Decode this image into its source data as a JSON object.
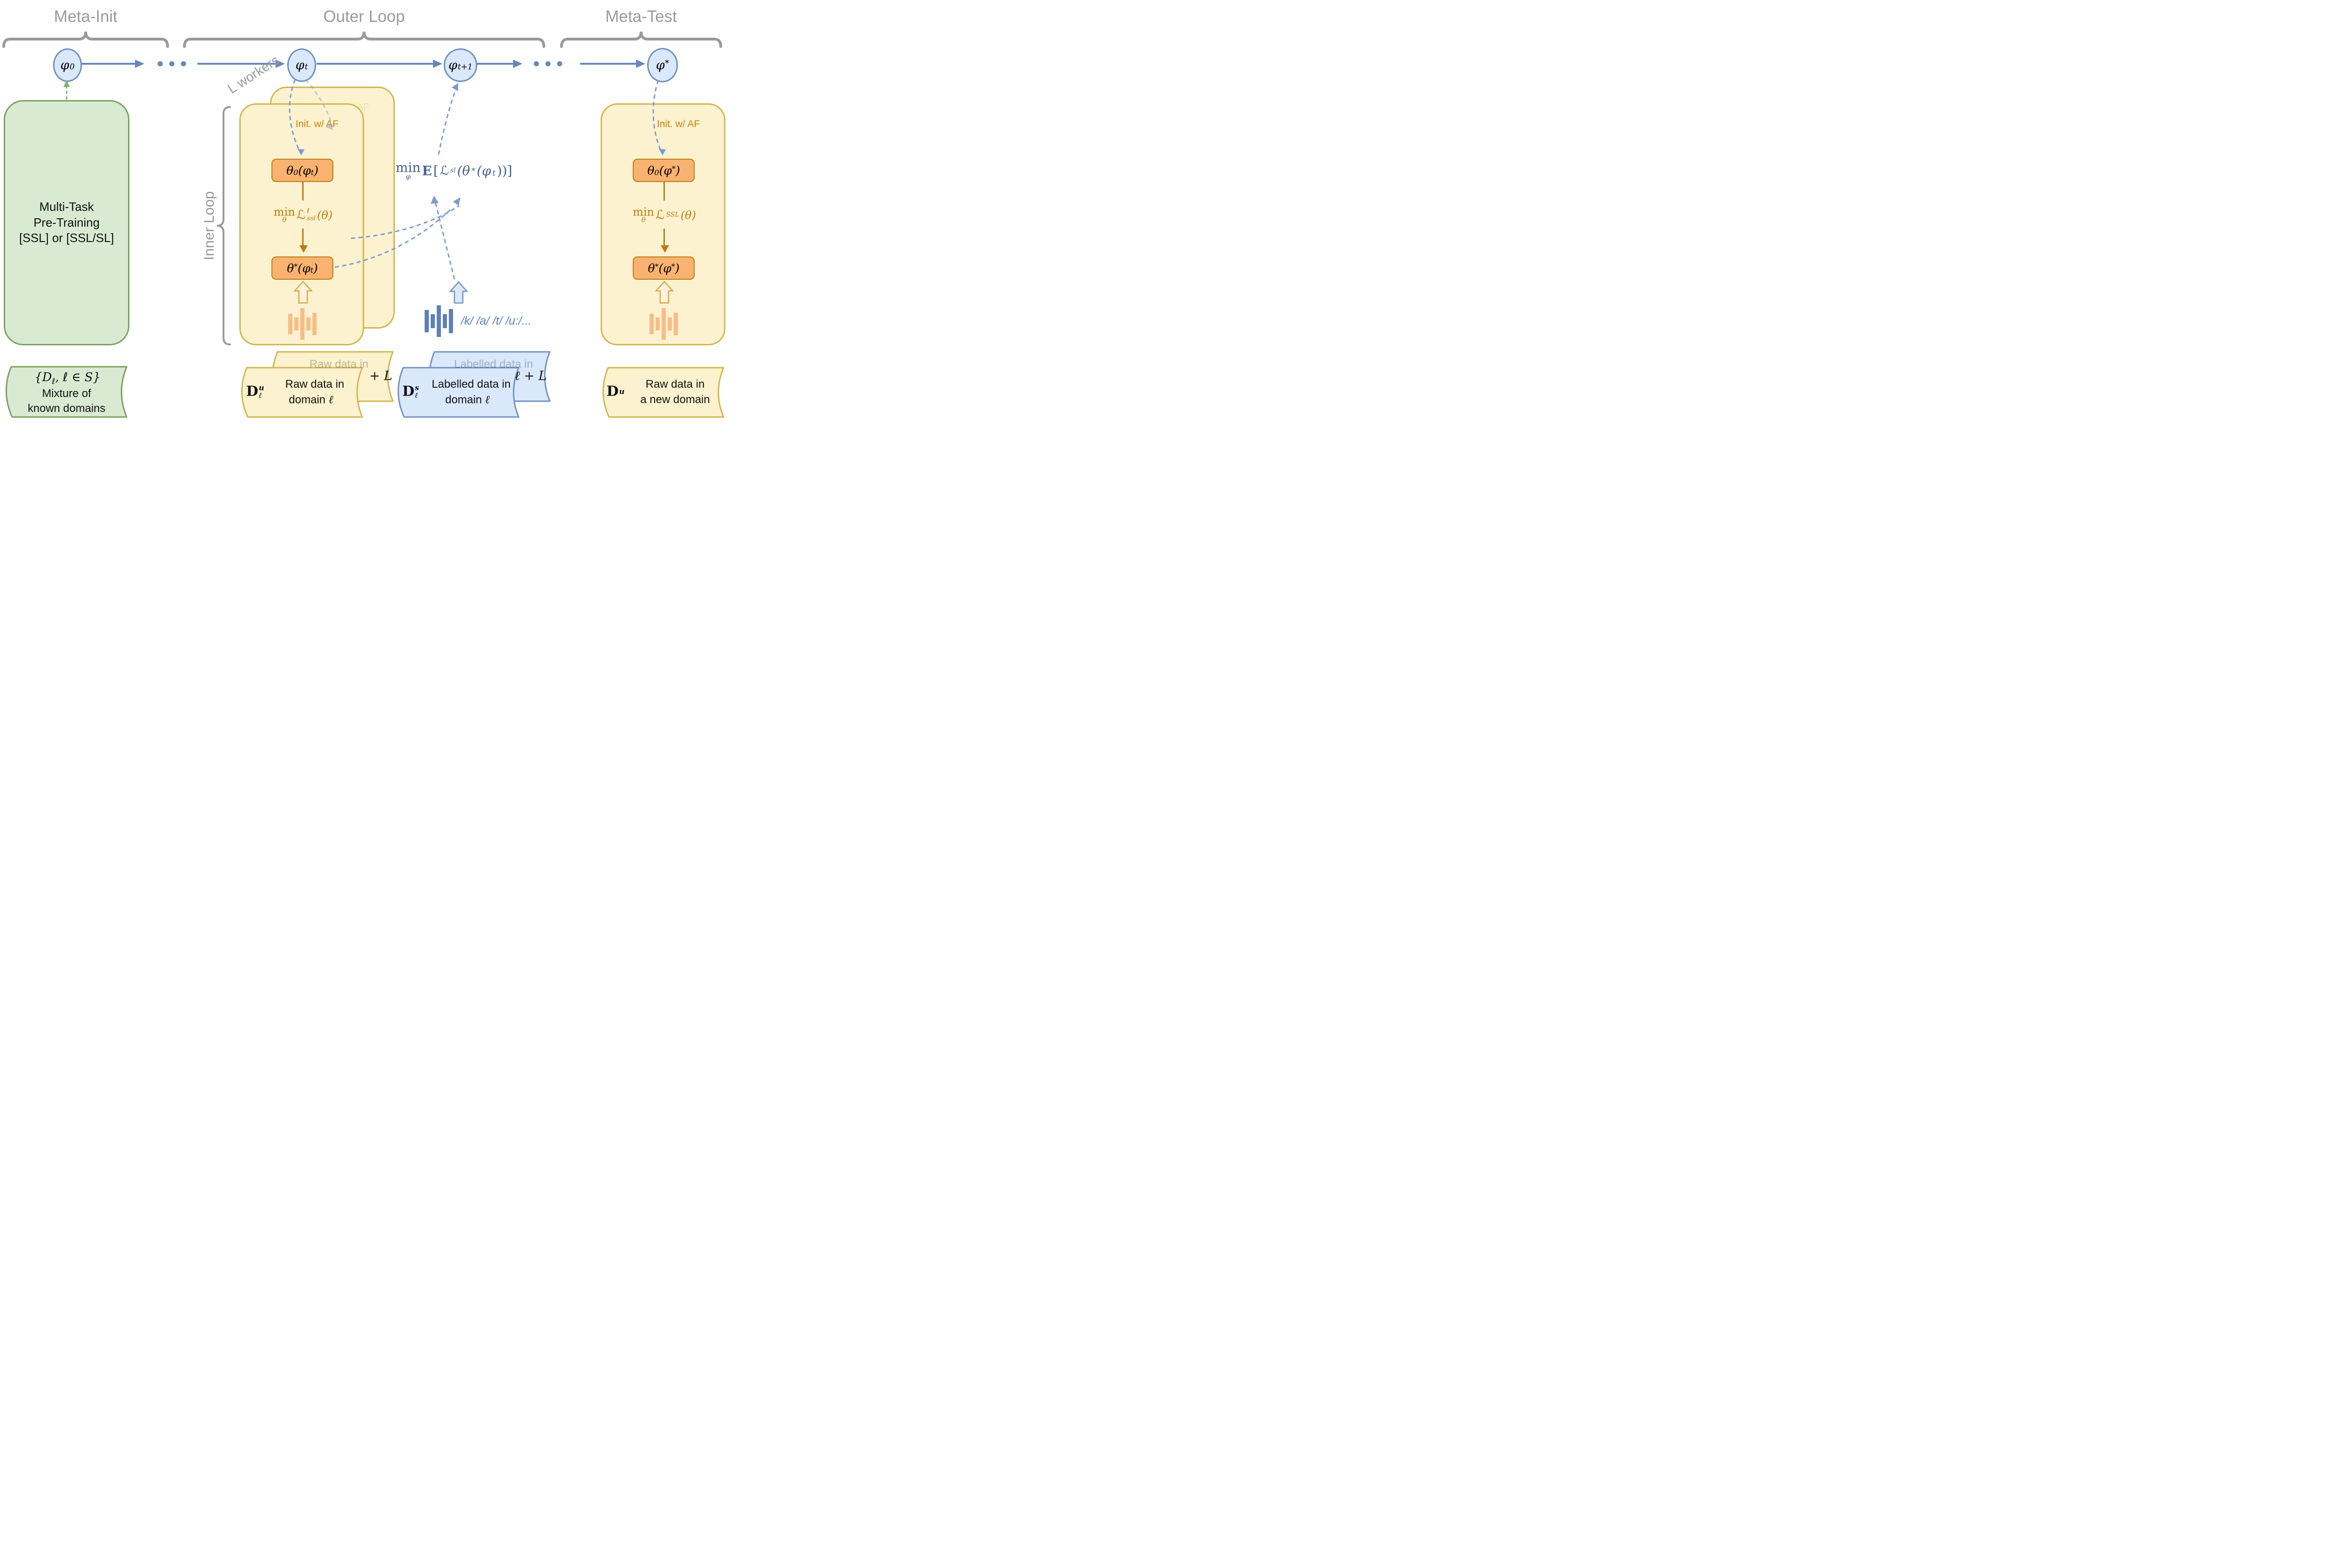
{
  "sections": {
    "meta_init": "Meta-Init",
    "outer_loop": "Outer Loop",
    "meta_test": "Meta-Test"
  },
  "timeline": {
    "phi0": {
      "base": "φ",
      "sub": "0"
    },
    "phit": {
      "base": "φ",
      "sub": "t"
    },
    "phit1": {
      "base": "φ",
      "sub": "t+1"
    },
    "phistar": {
      "base": "φ",
      "sup": "*"
    }
  },
  "labels": {
    "l_workers": "L workers",
    "inner_loop": "Inner Loop"
  },
  "green_box": {
    "line1": "Multi-Task",
    "line2": "Pre-Training",
    "line3": "[SSL] or [SSL/SL]"
  },
  "worker": {
    "init_af": "Init. w/ AF",
    "theta0": {
      "t1": "θ",
      "sub1": "0",
      "t2": "(φ",
      "sub2": "t",
      "t3": ")"
    },
    "inner_formula": {
      "min": "min",
      "min_sub": "θ",
      "loss": "ℒ",
      "loss_sup": "ℓ",
      "loss_sub": "ssl",
      "arg": "(θ)"
    },
    "theta_star": {
      "t1": "θ",
      "sup1": "*",
      "t2": "(φ",
      "sub2": "t",
      "t3": ")"
    }
  },
  "outer_formula": {
    "min": "min",
    "min_sub": "φ",
    "expect": "E",
    "open": "[",
    "loss": "ℒ",
    "loss_sub": "sl",
    "a1": "(θ",
    "a1sup": "*",
    "a2": "(φ",
    "a2sub": "t",
    "close": "))]"
  },
  "meta_test_box": {
    "init_af": "Init. w/ AF",
    "theta0": {
      "t1": "θ",
      "sub1": "0",
      "t2": "(φ",
      "sup2": "*",
      "t3": ")"
    },
    "formula": {
      "min": "min",
      "min_sub": "θ",
      "loss": "ℒ",
      "loss_sub": "SSL",
      "arg": "(θ)"
    },
    "theta_star": {
      "t1": "θ",
      "sup1": "*",
      "t2": "(φ",
      "sup2": "*",
      "t3": ")"
    }
  },
  "phonemes": "/k/ /a/ /t/ /u:/...",
  "datasets": {
    "mixture": {
      "open": "{",
      "dsym": "D",
      "dsub": "ℓ",
      "mid": ", ℓ ∈ ",
      "ssym": "S",
      "close": "}",
      "line2": "Mixture of",
      "line3": "known domains"
    },
    "raw_l": {
      "sym": "D",
      "sup": "u",
      "sub": "ℓ",
      "line1": "Raw data in",
      "line2": "domain",
      "var": "ℓ"
    },
    "raw_l_back": {
      "faded": "Raw data in",
      "plus": "+ L"
    },
    "lab_l": {
      "sym": "D",
      "sup": "s",
      "sub": "ℓ",
      "line1": "Labelled data in",
      "line2": "domain",
      "var": "ℓ"
    },
    "lab_l_back": {
      "faded": "Labelled data in",
      "plus": "ℓ + L"
    },
    "raw_new": {
      "sym": "D",
      "sup": "u",
      "line1": "Raw data in",
      "line2": "a new domain"
    }
  },
  "colors": {
    "node_fill": "#dae8fc",
    "node_stroke": "#6d8ebf",
    "arrow_blue": "#6688bb",
    "dashed_blue": "#7b9cd0",
    "gray": "#9a9a9a",
    "green_fill": "#d9ead3",
    "green_stroke": "#7ca05b",
    "green_arrow": "#82b366",
    "yellow_fill": "#fcf2cf",
    "yellow_stroke": "#d2b64d",
    "orange_fill": "#f9b26f",
    "orange_stroke": "#bb7a14",
    "orange_text": "#c5820a",
    "formula_blue": "#46618d",
    "wave_orange": "#f7bd86",
    "wave_blue": "#5d81b5",
    "blue_fill": "#dae8fc",
    "blue_stroke": "#7291c4"
  }
}
